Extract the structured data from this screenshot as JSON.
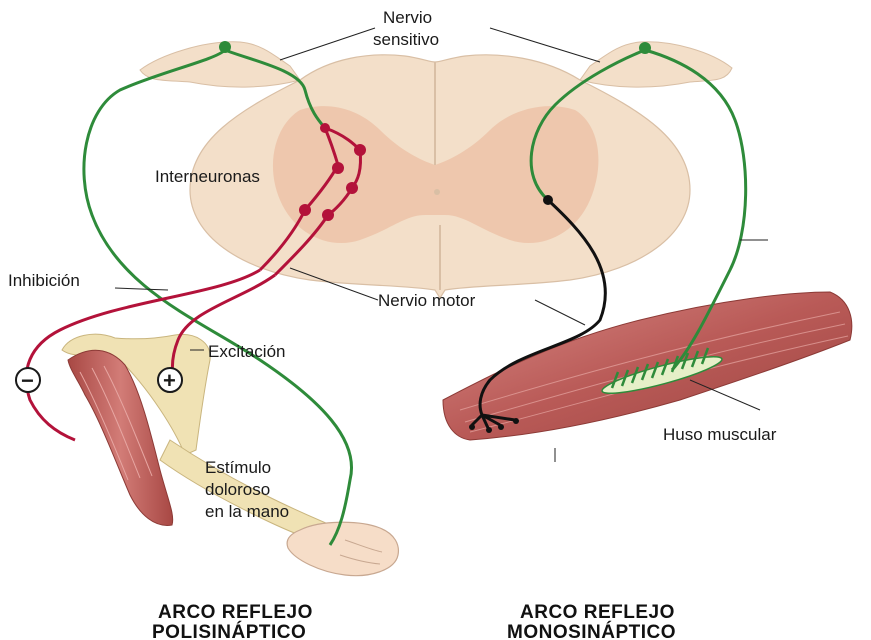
{
  "labels": {
    "nervio_sensitivo_1": "Nervio",
    "nervio_sensitivo_2": "sensitivo",
    "interneuronas": "Interneuronas",
    "inhibicion": "Inhibición",
    "nervio_motor": "Nervio motor",
    "excitacion": "Excitación",
    "huso_muscular": "Huso muscular",
    "estimulo_1": "Estímulo",
    "estimulo_2": "doloroso",
    "estimulo_3": "en la mano",
    "minus_sign": "−",
    "plus_sign": "+"
  },
  "titles": {
    "poly_1": "ARCO REFLEJO",
    "poly_2": "POLISINÁPTICO",
    "mono_1": "ARCO REFLEJO",
    "mono_2": "MONOSINÁPTICO"
  },
  "colors": {
    "sensory_nerve": "#2e8b3a",
    "motor_nerve_poly": "#b3123a",
    "motor_nerve_mono": "#111111",
    "cord_fill": "#f3dfc9",
    "grey_matter": "#ecc3a8",
    "muscle": "#c06060",
    "bone": "#f0e2b4"
  }
}
